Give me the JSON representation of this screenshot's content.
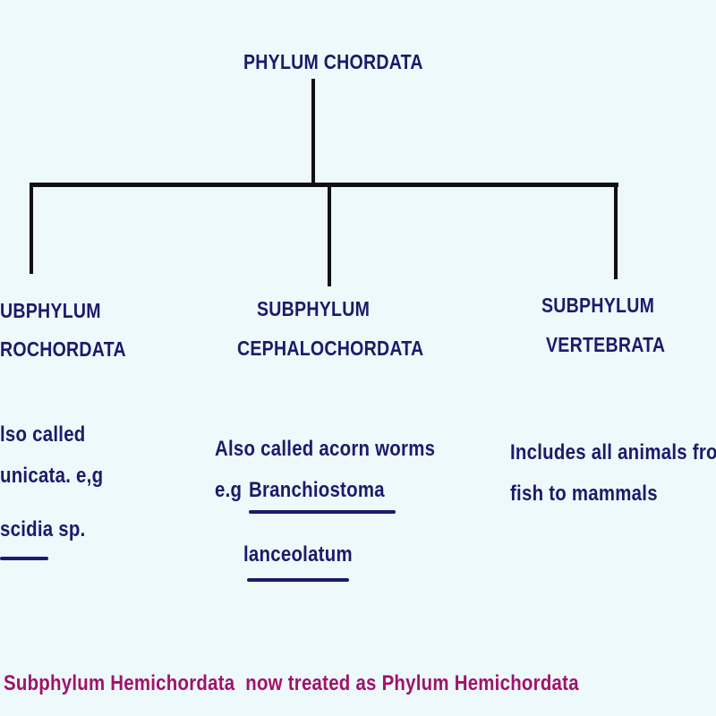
{
  "root": {
    "title": "PHYLUM CHORDATA"
  },
  "branches": [
    {
      "line1": "UBPHYLUM",
      "line2": "ROCHORDATA",
      "desc": [
        "lso called",
        "unicata. e,g",
        "scidia  sp."
      ]
    },
    {
      "line1": "SUBPHYLUM",
      "line2": "CEPHALOCHORDATA",
      "desc": [
        "Also called acorn worms",
        "e.g",
        "Branchiostoma",
        "lanceolatum"
      ]
    },
    {
      "line1": "SUBPHYLUM",
      "line2": "VERTEBRATA",
      "desc": [
        "Includes all animals fro",
        "fish to mammals"
      ]
    }
  ],
  "footnote": {
    "part1": "Subphylum Hemichordata",
    "part2": "now treated as",
    "part3": "Phylum Hemichordata"
  },
  "colors": {
    "text": "#1c1a6b",
    "footnote": "#a0126b",
    "background": "#eef9fb"
  }
}
